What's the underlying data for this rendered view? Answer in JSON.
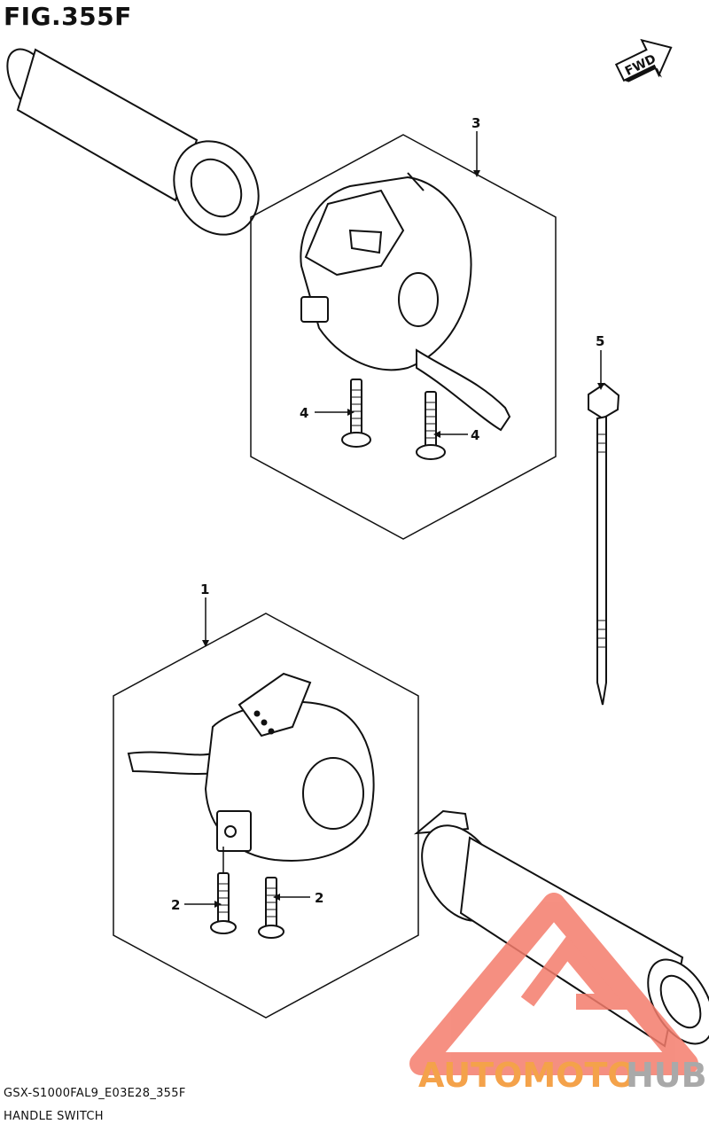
{
  "figure": {
    "title": "FIG.355F"
  },
  "direction_badge": "FWD",
  "callouts": [
    {
      "id": "c1",
      "number": "1"
    },
    {
      "id": "c2a",
      "number": "2"
    },
    {
      "id": "c2b",
      "number": "2"
    },
    {
      "id": "c3",
      "number": "3"
    },
    {
      "id": "c4a",
      "number": "4"
    },
    {
      "id": "c4b",
      "number": "4"
    },
    {
      "id": "c5",
      "number": "5"
    }
  ],
  "footer": {
    "model_code": "GSX-S1000FAL9_E03E28_355F",
    "section_name": "HANDLE SWITCH"
  },
  "watermark": {
    "part1": "AUTOMOTO",
    "part2": "HUB",
    "color_accent": "#f47c6c",
    "color_gray": "#a9a9a9"
  }
}
